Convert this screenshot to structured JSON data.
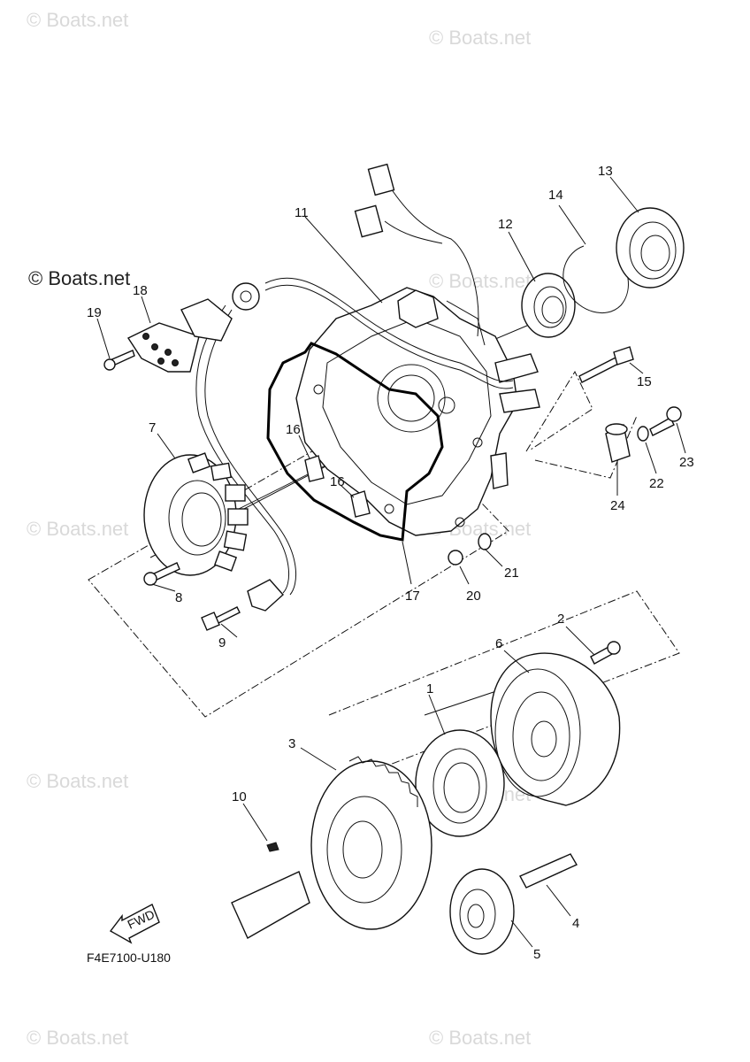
{
  "watermarks": {
    "primary": "© Boats.net",
    "faint": "© Boats.net"
  },
  "diagram_code": "F4E7100-U180",
  "fwd_label": "FWD",
  "callouts": {
    "c1": "1",
    "c2": "2",
    "c3": "3",
    "c4": "4",
    "c5": "5",
    "c6": "6",
    "c7": "7",
    "c8": "8",
    "c9": "9",
    "c10": "10",
    "c11": "11",
    "c12": "12",
    "c13": "13",
    "c14": "14",
    "c15": "15",
    "c16a": "16",
    "c16b": "16",
    "c17": "17",
    "c18": "18",
    "c19": "19",
    "c20": "20",
    "c21": "21",
    "c22": "22",
    "c23": "23",
    "c24": "24"
  }
}
